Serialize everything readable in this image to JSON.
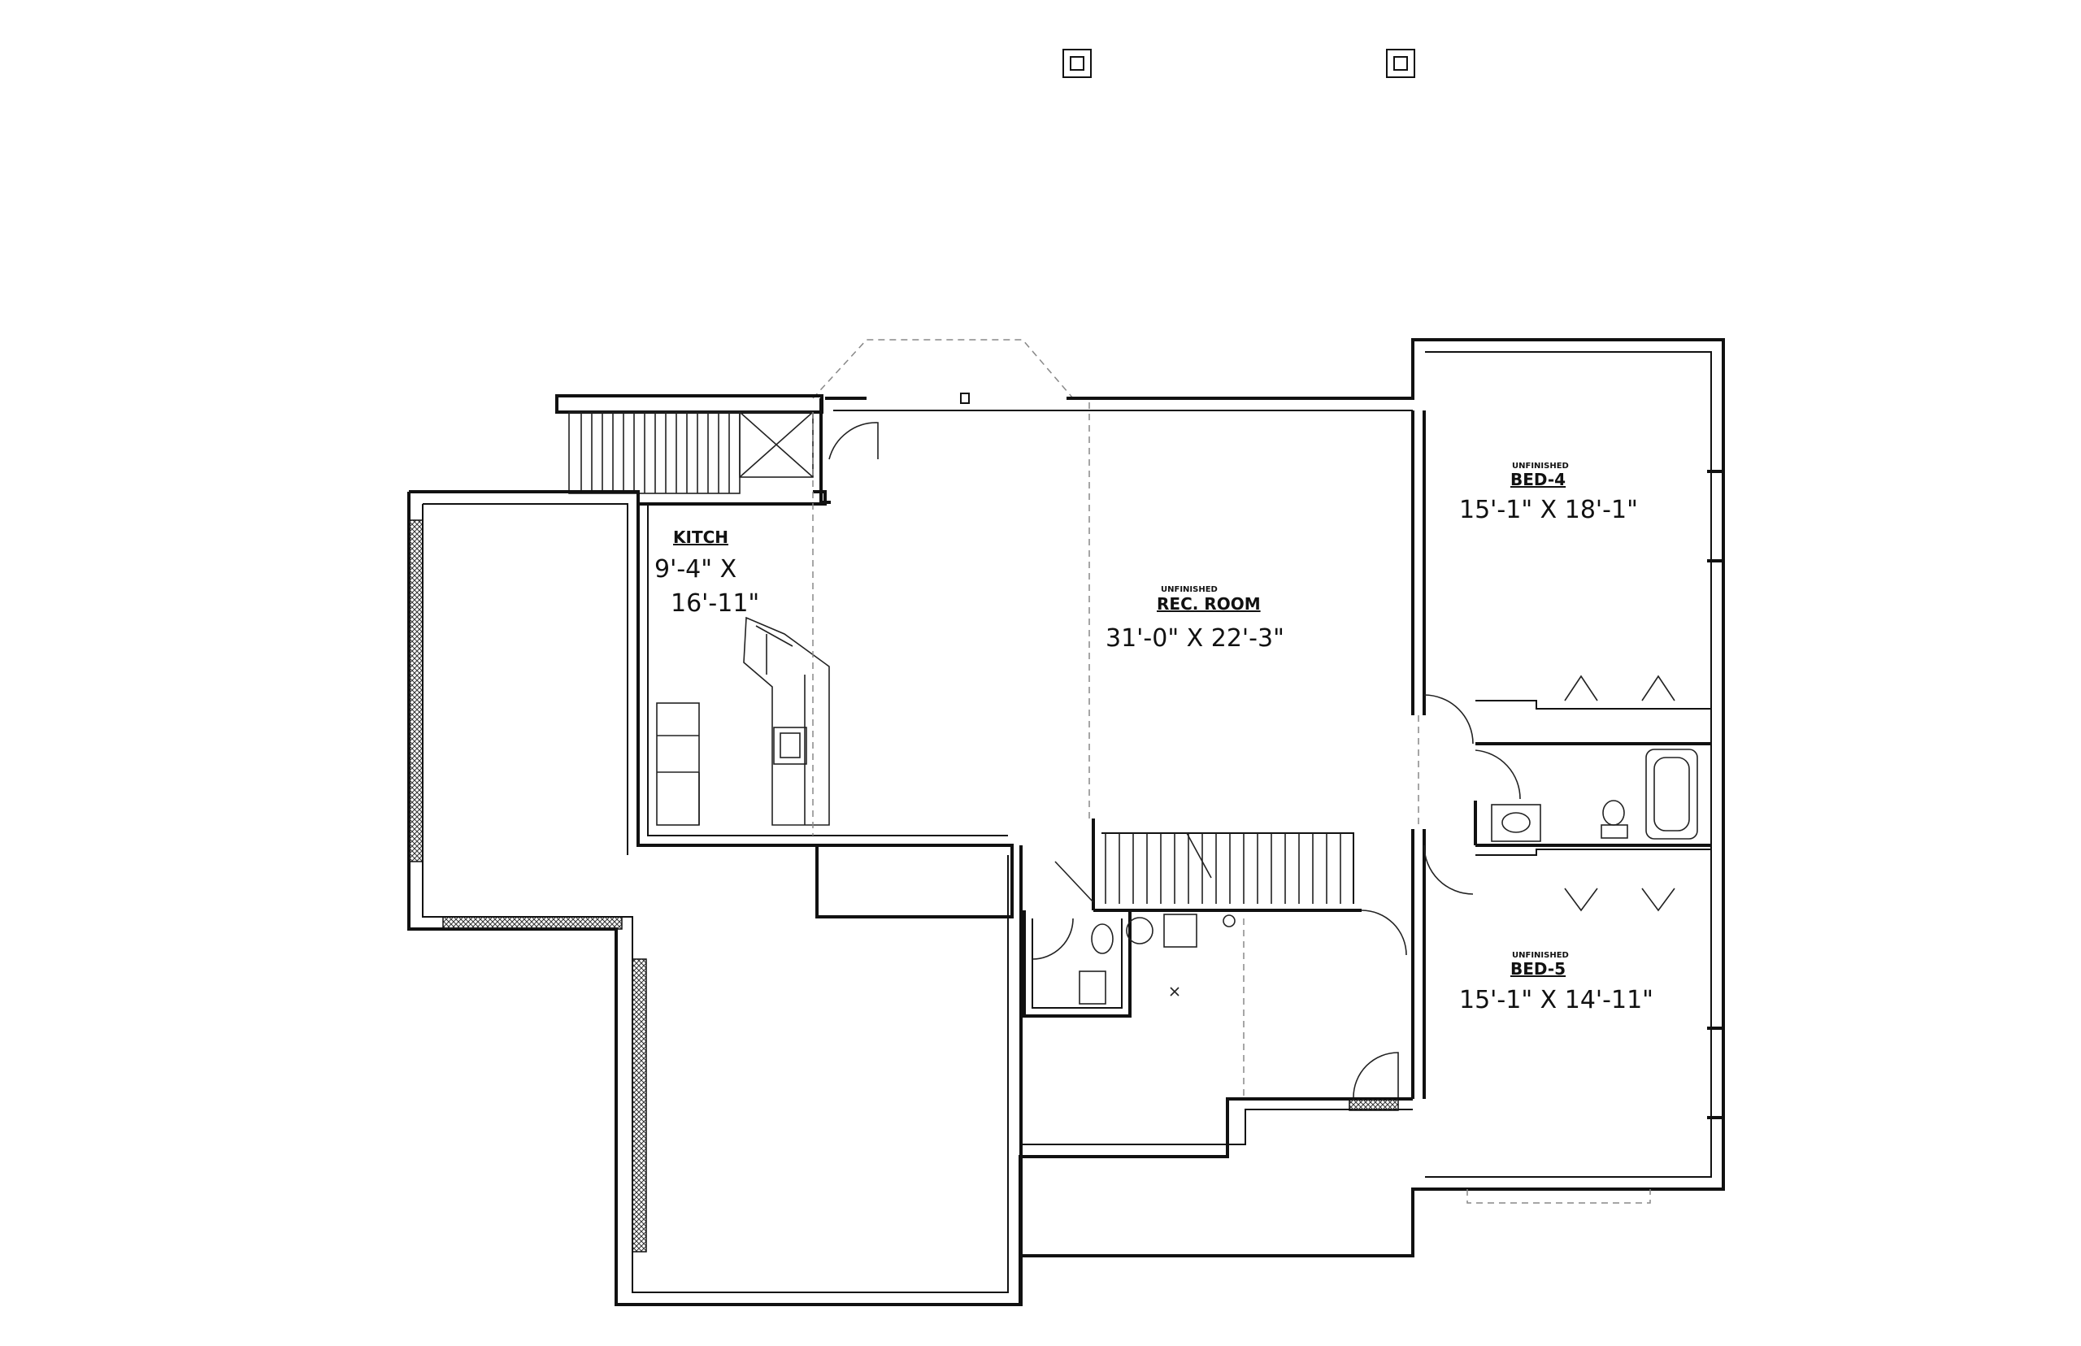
{
  "rooms": {
    "kitchen": {
      "name": "KITCH",
      "dim_line1": "9'-4\" X",
      "dim_line2": "16'-11\""
    },
    "rec_room": {
      "tag": "UNFINISHED",
      "name": "REC. ROOM",
      "dim": "31'-0\" X 22'-3\""
    },
    "bed4": {
      "tag": "UNFINISHED",
      "name": "BED-4",
      "dim": "15'-1\" X 18'-1\""
    },
    "bed5": {
      "tag": "UNFINISHED",
      "name": "BED-5",
      "dim": "15'-1\" X 14'-11\""
    }
  },
  "colors": {
    "line": "#111111",
    "background": "#ffffff",
    "hidden_line": "#888888"
  }
}
